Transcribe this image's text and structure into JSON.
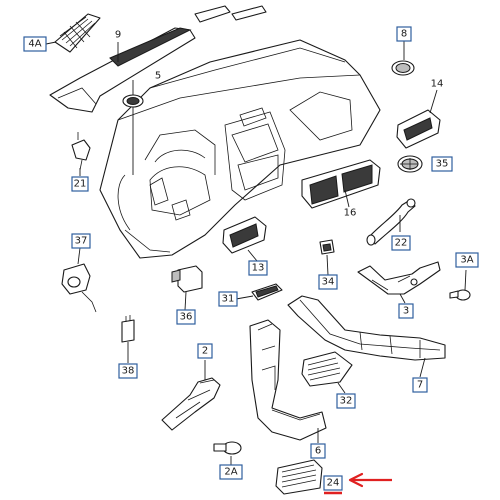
{
  "colors": {
    "box_border": "#2f5f9e",
    "ink": "#1a1a1a",
    "highlight_underline": "#e02020",
    "highlight_arrow": "#e02020"
  },
  "callouts": [
    {
      "id": "4a",
      "label": "4A",
      "boxed": true
    },
    {
      "id": "9",
      "label": "9",
      "boxed": false
    },
    {
      "id": "8",
      "label": "8",
      "boxed": true
    },
    {
      "id": "5",
      "label": "5",
      "boxed": false
    },
    {
      "id": "14",
      "label": "14",
      "boxed": false
    },
    {
      "id": "21",
      "label": "21",
      "boxed": true
    },
    {
      "id": "35",
      "label": "35",
      "boxed": true
    },
    {
      "id": "16",
      "label": "16",
      "boxed": false
    },
    {
      "id": "37",
      "label": "37",
      "boxed": true
    },
    {
      "id": "13",
      "label": "13",
      "boxed": true
    },
    {
      "id": "22",
      "label": "22",
      "boxed": true
    },
    {
      "id": "34",
      "label": "34",
      "boxed": true
    },
    {
      "id": "3a",
      "label": "3A",
      "boxed": true
    },
    {
      "id": "31",
      "label": "31",
      "boxed": true
    },
    {
      "id": "36",
      "label": "36",
      "boxed": true
    },
    {
      "id": "3",
      "label": "3",
      "boxed": true
    },
    {
      "id": "38",
      "label": "38",
      "boxed": true
    },
    {
      "id": "2",
      "label": "2",
      "boxed": true
    },
    {
      "id": "7",
      "label": "7",
      "boxed": true
    },
    {
      "id": "32",
      "label": "32",
      "boxed": true
    },
    {
      "id": "6",
      "label": "6",
      "boxed": true
    },
    {
      "id": "2a",
      "label": "2A",
      "boxed": true
    },
    {
      "id": "24",
      "label": "24",
      "boxed": true,
      "highlighted": true
    }
  ]
}
